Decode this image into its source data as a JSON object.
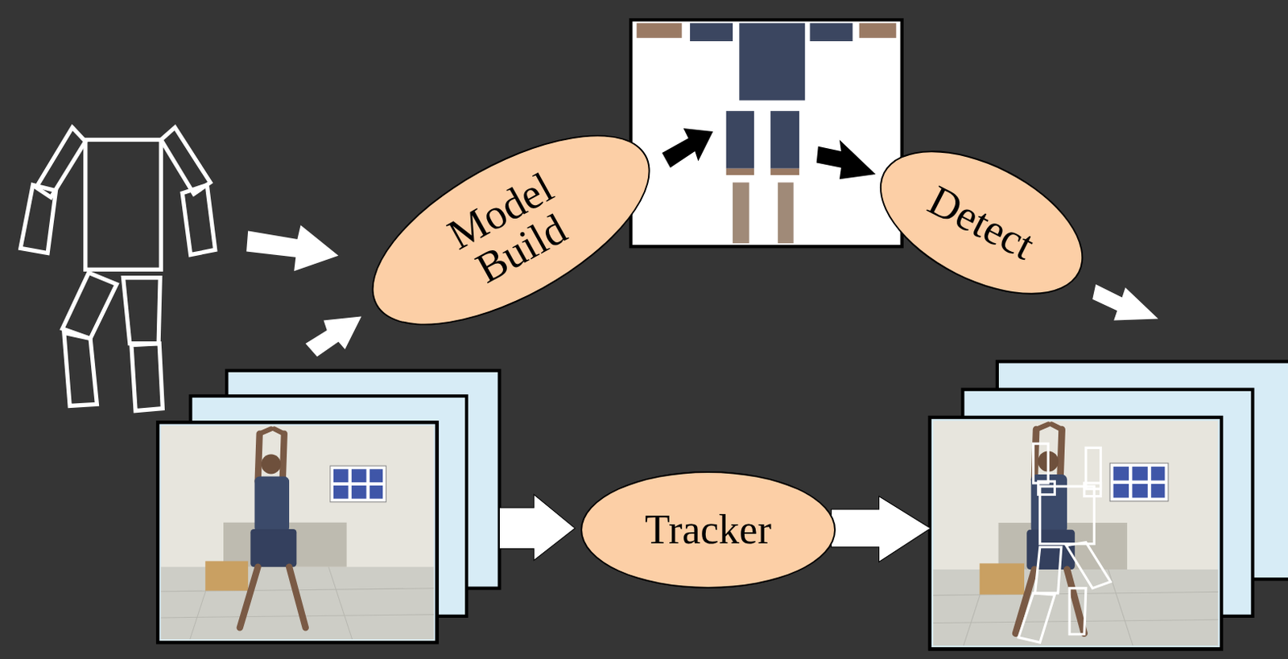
{
  "diagram": {
    "nodes": [
      {
        "text": [
          "Model Build"
        ]
      },
      {
        "text": [
          "Detect"
        ]
      },
      {
        "text": [
          "Tracker"
        ]
      }
    ]
  }
}
